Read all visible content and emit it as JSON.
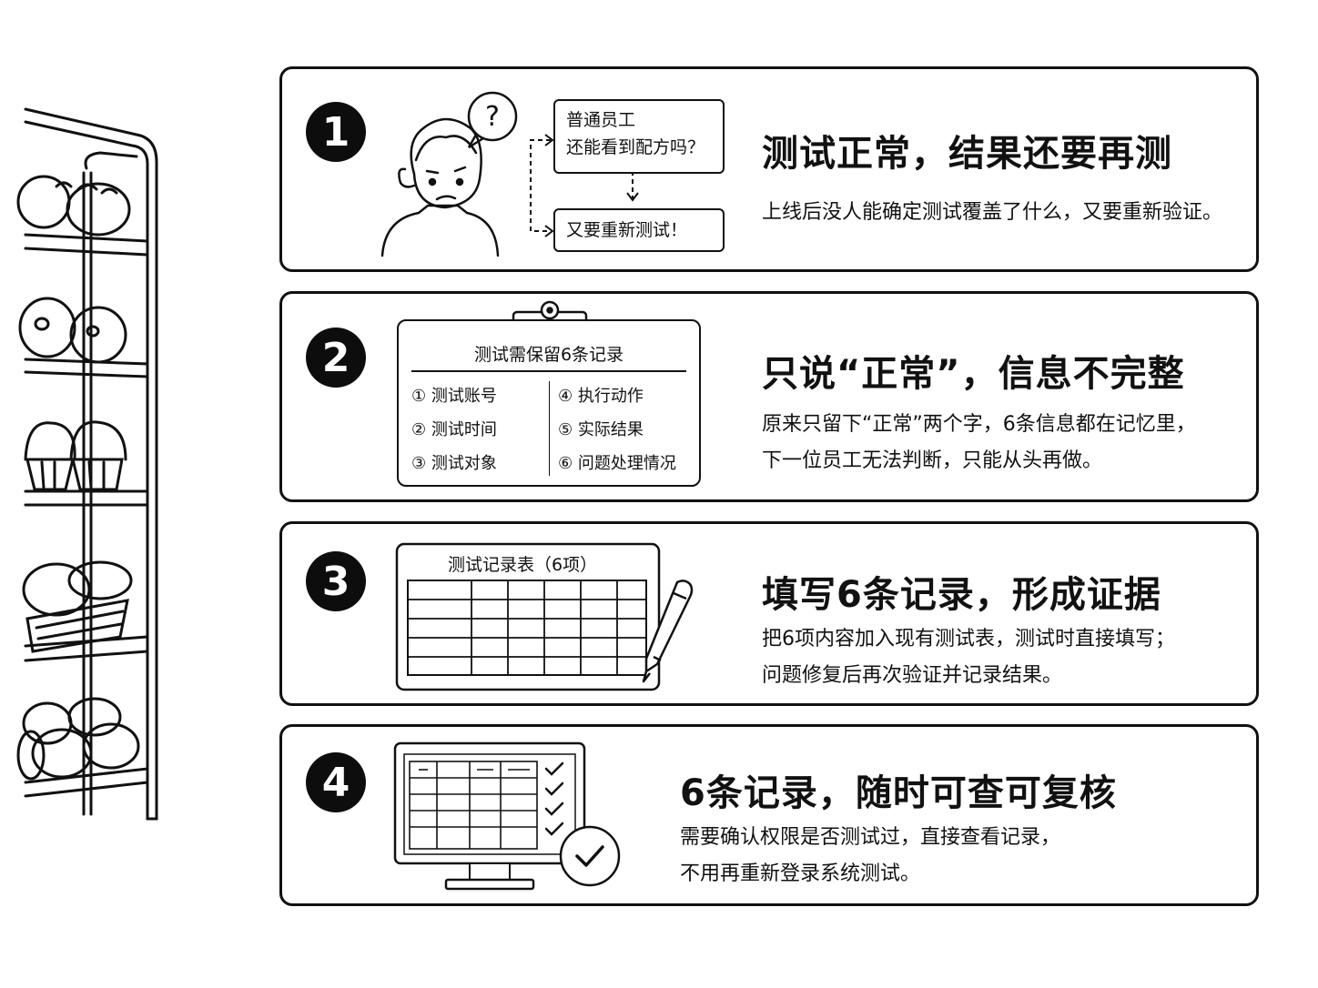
{
  "steps": [
    {
      "number": "1",
      "title": "测试正常，结果还要再测",
      "desc": [
        "上线后没人能确定测试覆盖了什么，又要重新验证。"
      ],
      "illustration": {
        "question_mark": "?",
        "bubble_top": [
          "普通员工",
          "还能看到配方吗？"
        ],
        "bubble_bottom": "又要重新测试！"
      }
    },
    {
      "number": "2",
      "title": "只说“正常”，信息不完整",
      "desc": [
        "原来只留下“正常”两个字，6条信息都在记忆里，",
        "下一位员工无法判断，只能从头再做。"
      ],
      "illustration": {
        "clipboard_title": "测试需保留6条记录",
        "items": [
          "① 测试账号",
          "② 测试时间",
          "③ 测试对象",
          "④ 执行动作",
          "⑤ 实际结果",
          "⑥ 问题处理情况"
        ]
      }
    },
    {
      "number": "3",
      "title": "填写6条记录，形成证据",
      "desc": [
        "把6项内容加入现有测试表，测试时直接填写；",
        "问题修复后再次验证并记录结果。"
      ],
      "illustration": {
        "sheet_title": "测试记录表（6项）"
      }
    },
    {
      "number": "4",
      "title": "6条记录，随时可查可复核",
      "desc": [
        "需要确认权限是否测试过，直接查看记录，",
        "不用再重新登录系统测试。"
      ],
      "illustration": {
        "monitor": "monitor-with-checklist"
      }
    }
  ],
  "icons": [
    "bakery-shelf-icon",
    "confused-person-icon",
    "clipboard-icon",
    "spreadsheet-icon",
    "pen-icon",
    "monitor-icon",
    "checkmark-icon"
  ]
}
